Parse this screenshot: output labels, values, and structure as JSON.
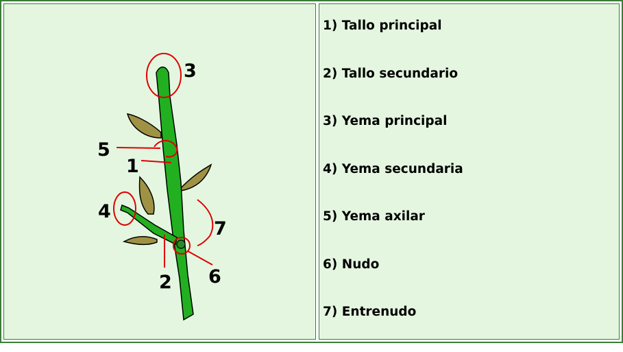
{
  "legend": {
    "items": [
      "1) Tallo principal",
      "2) Tallo secundario",
      "3) Yema principal",
      "4) Yema secundaria",
      "5) Yema axilar",
      "6) Nudo",
      "7) Entrenudo"
    ]
  },
  "diagram": {
    "labels": [
      "1",
      "2",
      "3",
      "4",
      "5",
      "6",
      "7"
    ],
    "colors": {
      "stem": "#22b021",
      "leaf": "#a09244",
      "marker": "#e00000",
      "cell_bg": "#e4f6e0",
      "border": "#3a7d3a"
    }
  }
}
